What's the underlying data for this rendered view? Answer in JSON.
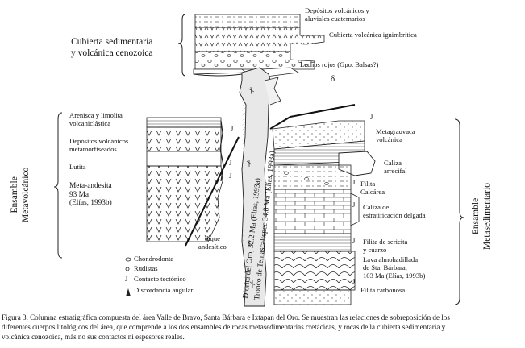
{
  "figure": {
    "top_labels": {
      "depositos": [
        "Depósitos volcánicos y",
        "aluviales cuaternarios"
      ],
      "cubierta_volc": "Cubierta volcánica ignimbrítica",
      "lechos": "Lechos rojos (Gpo. Balsas?)",
      "delta": "δ",
      "cubierta_sed": [
        "Cubierta sedimentaria",
        "y volcánica cenozoica"
      ]
    },
    "intrusion": {
      "line1": "Diorita del Oro, 32.2 Ma (Elías, 1993a)",
      "line2": "Tronco de Temascaltepec 34.8 Ma (Elías, 1993a)"
    },
    "left_column": {
      "arenisca": [
        "Arenisca y limolita",
        "volcaniclástica"
      ],
      "depositos_meta": [
        "Depósitos volcánicos",
        "metamorfiseados"
      ],
      "lutita": "Lutita",
      "meta_andesita": [
        "Meta-andesita",
        "93 Ma",
        "(Elías, 1993b)"
      ],
      "dique": [
        "dique",
        "andesítico"
      ],
      "ensamble": [
        "Ensamble",
        "Metavolcánico"
      ]
    },
    "right_column": {
      "metagrauvaca": [
        "Metagrauvaca",
        "volcánica"
      ],
      "caliza_arrecifal": [
        "Caliza",
        "arrecifal"
      ],
      "filita_calcarea": [
        "Filita",
        "Calcárea"
      ],
      "caliza_estrat": [
        "Caliza de",
        "estratificación delgada"
      ],
      "filita_sericita": [
        "Filita de sericita",
        "y cuarzo"
      ],
      "lava": [
        "Lava almohadillada",
        "de Sta. Bárbara,",
        "103 Ma (Elías, 1993b)"
      ],
      "filita_carbonosa": "Filita carbonosa",
      "ensamble": [
        "Ensamble",
        "Metasedimentario"
      ]
    },
    "contact_letter": "J",
    "legend": [
      {
        "symbol": "chondrodonta-symbol",
        "text": "Chondrodonta"
      },
      {
        "symbol": "rudistas-symbol",
        "text": "Rudistas"
      },
      {
        "symbol": "J",
        "text": "Contacto tectónico"
      },
      {
        "symbol": "discordancia-symbol",
        "text": "Discordancia angular"
      }
    ]
  },
  "caption": {
    "line1": "Figura 3. Columna estratigráfica compuesta del área Valle de Bravo, Santa Bárbara e Ixtapan del Oro. Se muestran las relaciones de sobreposición de los",
    "line2": "diferentes cuerpos litológicos del área, que comprende a los dos ensambles de rocas metasedimentarias cretácicas, y rocas de la cubierta sedimentaria y",
    "line3": "volcánica cenozoica, más no sus contactos ni espesores reales."
  }
}
